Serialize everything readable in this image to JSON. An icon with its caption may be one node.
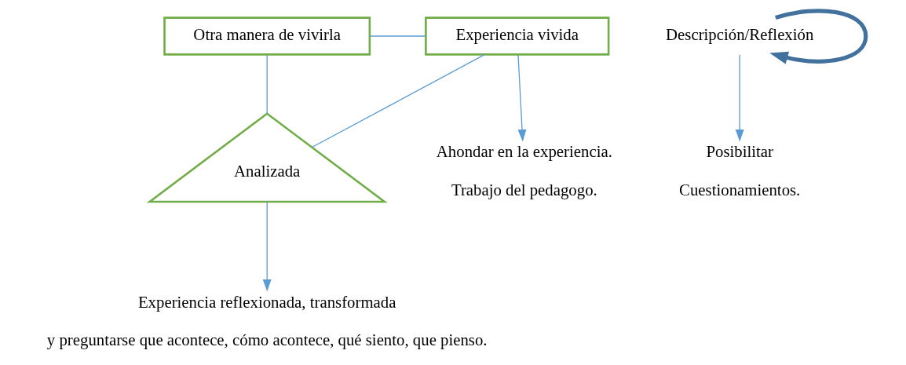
{
  "diagram": {
    "nodes": [
      {
        "text": [
          "Experiencia vivida"
        ]
      },
      {
        "text": [
          "Otra manera de vivirla"
        ]
      },
      {
        "text": [
          "Descripción/Reflexión"
        ]
      },
      {
        "text": [
          "Analizada"
        ]
      },
      {
        "text": [
          "Ahondar en la experiencia.",
          "Trabajo del pedagogo."
        ]
      },
      {
        "text": [
          "Posibilitar",
          "Cuestionamientos."
        ]
      },
      {
        "text": [
          "Experiencia reflexionada, transformada",
          "y preguntarse que acontece, cómo acontece, qué siento, que pienso."
        ]
      }
    ],
    "edges": [
      {
        "from": 0,
        "to": 1,
        "arrow": "none"
      },
      {
        "from": 0,
        "to": 4,
        "arrow": "to"
      },
      {
        "from": 0,
        "to": 3,
        "arrow": "none"
      },
      {
        "from": 1,
        "to": 3,
        "arrow": "none"
      },
      {
        "from": 2,
        "to": 2,
        "arrow": "to",
        "style": "thick",
        "color": "#41719c"
      },
      {
        "from": 2,
        "to": 5,
        "arrow": "to"
      },
      {
        "from": 3,
        "to": 6,
        "arrow": "to"
      }
    ]
  }
}
